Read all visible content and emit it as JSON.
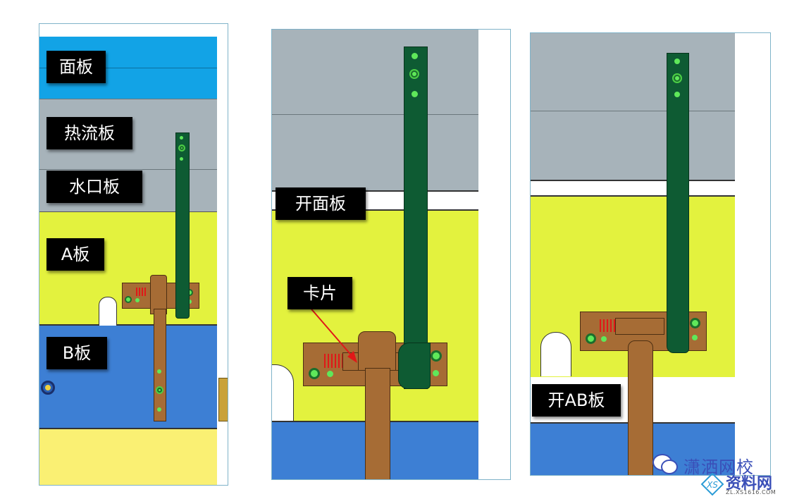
{
  "labels": {
    "face_plate": "面板",
    "hot_runner_plate": "热流板",
    "runner_plate": "水口板",
    "a_plate": "A板",
    "b_plate": "B板",
    "open_face_plate": "开面板",
    "latch": "卡片",
    "open_ab_plate": "开AB板"
  },
  "watermark": {
    "brand": "潇洒网校",
    "site": "资料网",
    "url": "ZL.XS1616.COM"
  },
  "colors": {
    "face_plate": "#12a3e6",
    "hot_runner_plate": "#a7b3ba",
    "a_plate": "#e3f23e",
    "b_plate": "#3d7fd4",
    "lower_plate": "#faf073",
    "bar": "#0e5b33",
    "pin": "#a66c35",
    "block": "#a66c35",
    "arrow": "#e01818"
  }
}
